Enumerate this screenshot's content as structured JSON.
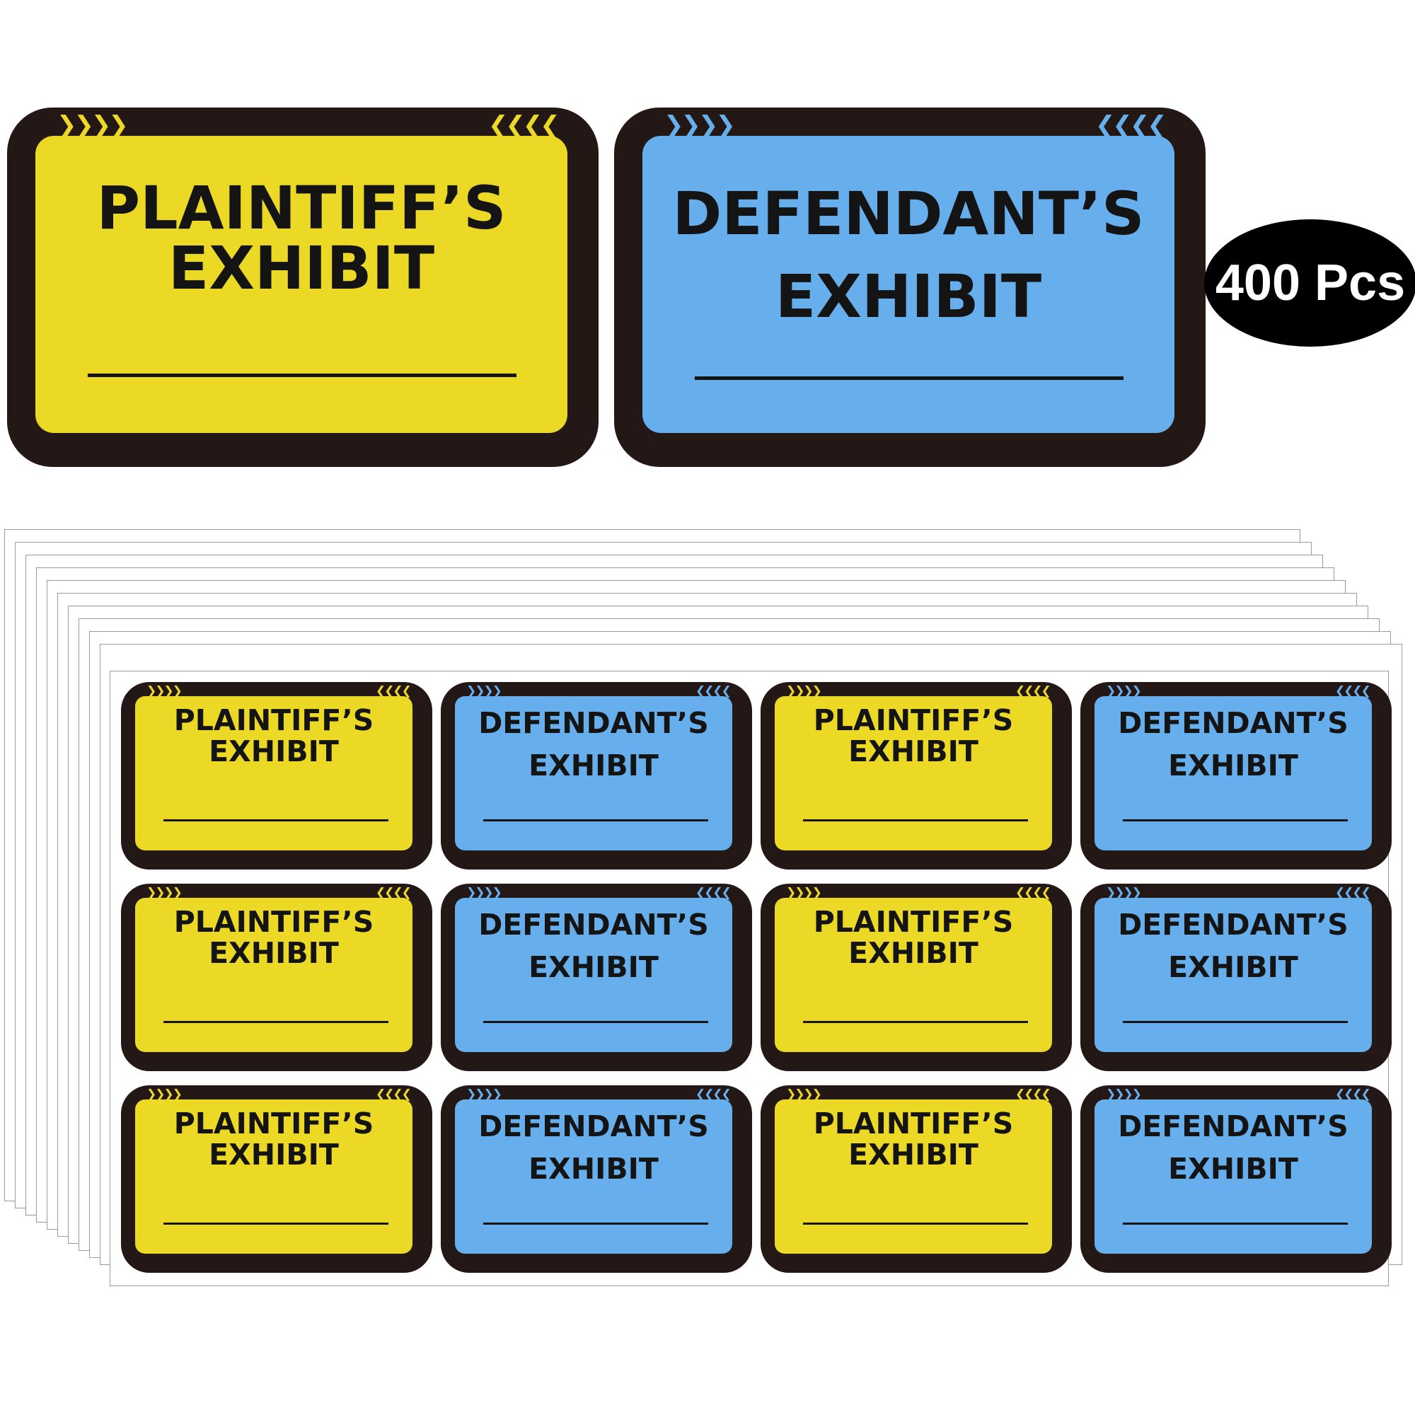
{
  "colors": {
    "yellow": "#ecd926",
    "blue": "#66afec",
    "border": "#231816"
  },
  "featured": {
    "plaintiff": {
      "line1": "PLAINTIFF’S",
      "line2": "EXHIBIT"
    },
    "defendant": {
      "line1": "DEFENDANT’S",
      "line2": "EXHIBIT"
    }
  },
  "badge": {
    "text": "400 Pcs"
  },
  "sheet": {
    "rows": 3,
    "columns": 4,
    "pattern": [
      "plaintiff",
      "defendant",
      "plaintiff",
      "defendant"
    ],
    "stacked_sheet_count": 10
  },
  "icons": {
    "corner_decoration": "chevron-arrows-icon"
  }
}
